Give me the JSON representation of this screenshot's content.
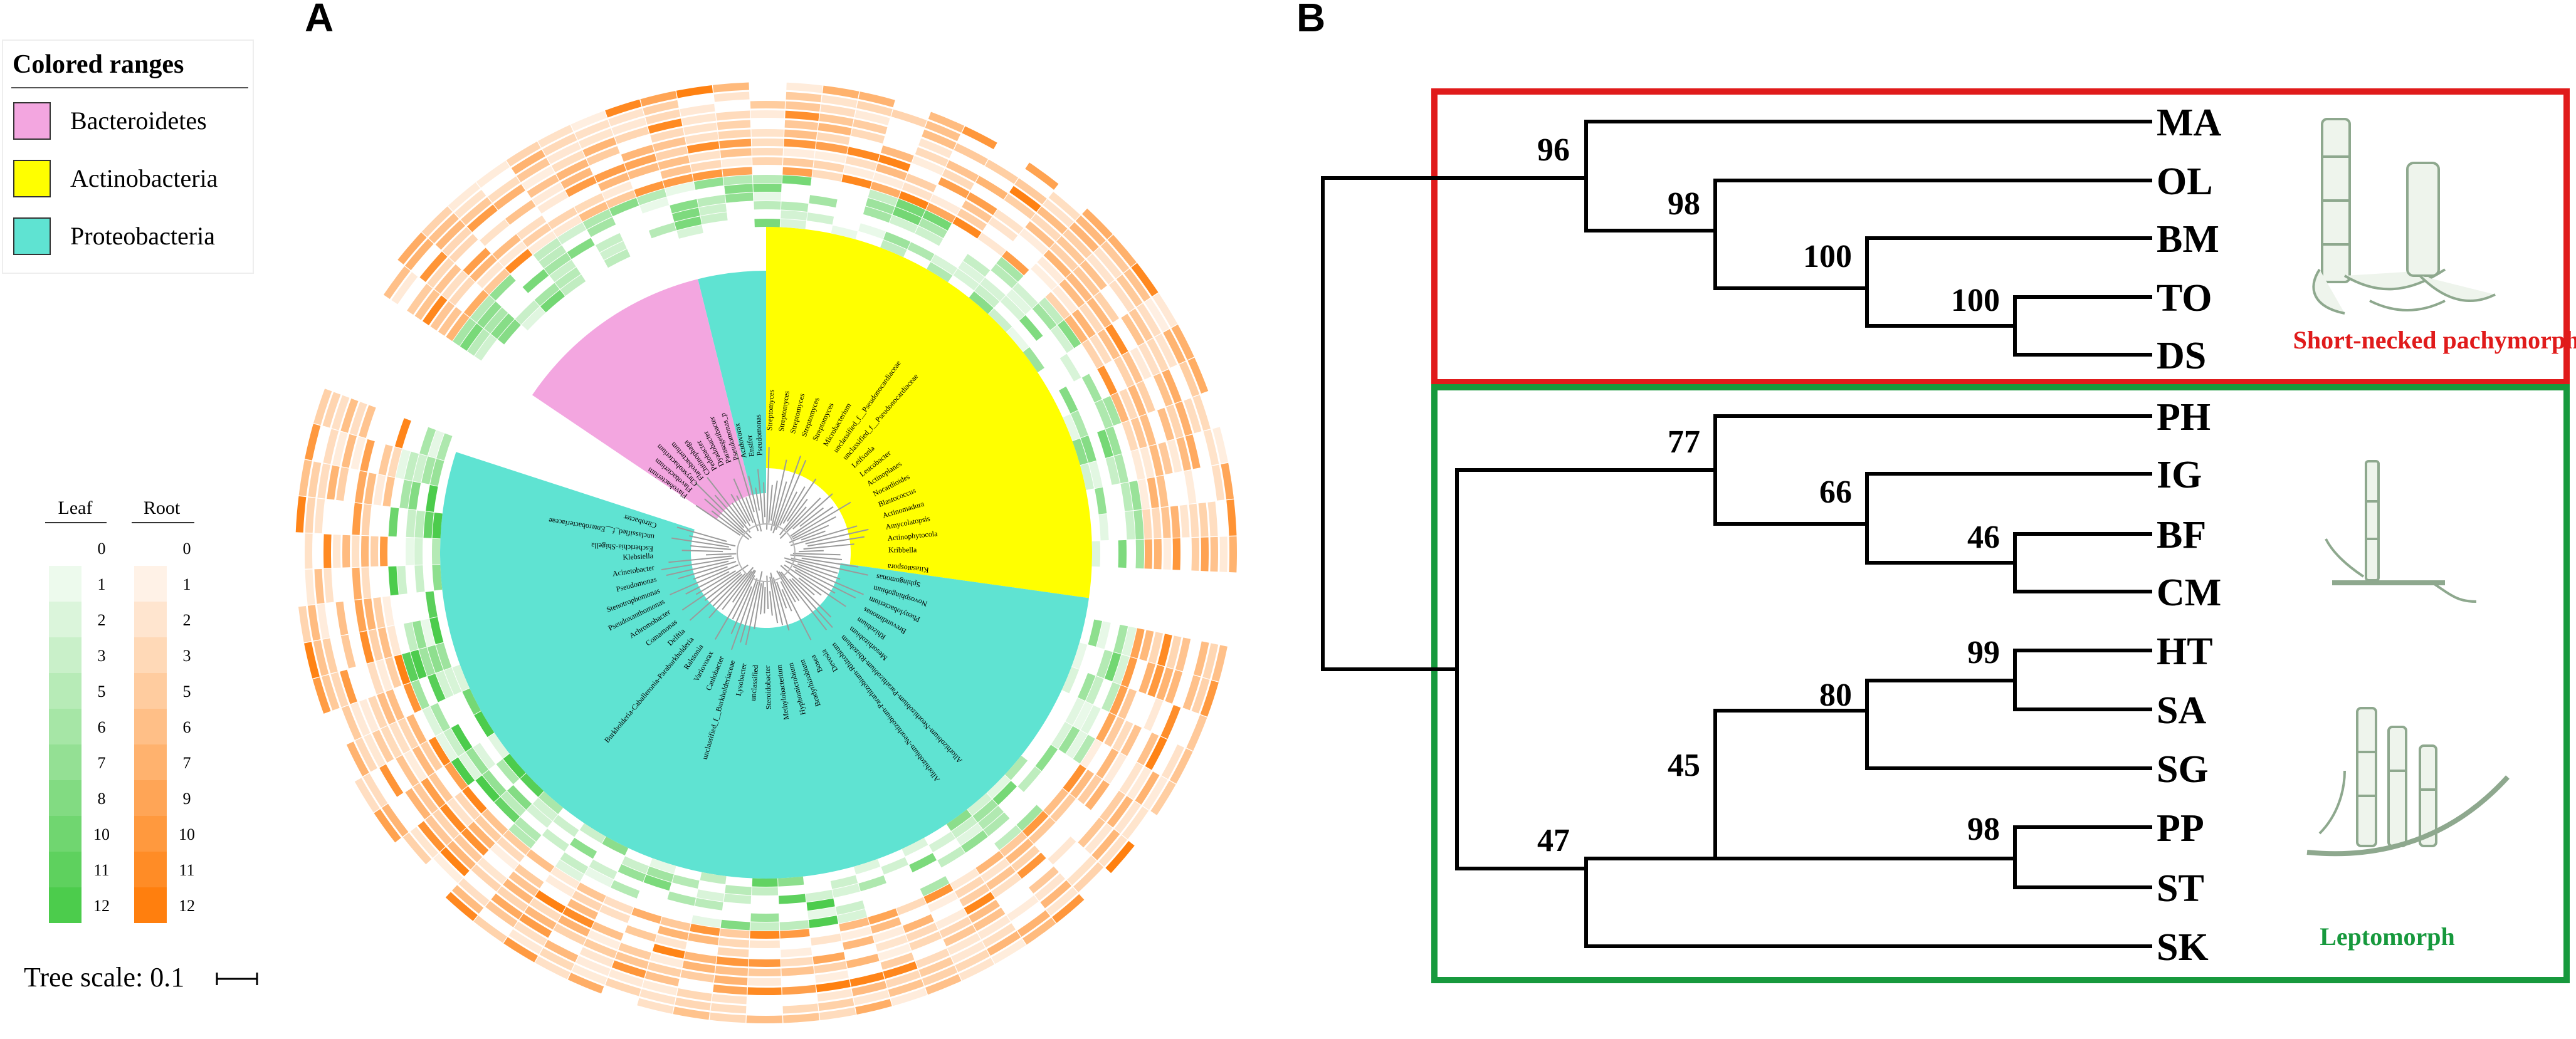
{
  "panels": {
    "a_label": "A",
    "b_label": "B"
  },
  "legend": {
    "title": "Colored ranges",
    "items": [
      {
        "label": "Bacteroidetes",
        "color": "#f3a6e0"
      },
      {
        "label": "Actinobacteria",
        "color": "#ffff00"
      },
      {
        "label": "Proteobacteria",
        "color": "#5fe3d2"
      }
    ]
  },
  "heat_scales": {
    "leaf": {
      "title": "Leaf",
      "values": [
        "0",
        "1",
        "2",
        "3",
        "5",
        "6",
        "7",
        "8",
        "10",
        "11",
        "12"
      ],
      "color_low": "#ffffff",
      "color_high": "#4ccc4c"
    },
    "root": {
      "title": "Root",
      "values": [
        "0",
        "1",
        "2",
        "3",
        "5",
        "6",
        "7",
        "9",
        "10",
        "11",
        "12"
      ],
      "color_low": "#ffffff",
      "color_high": "#ff7f0e"
    }
  },
  "tree_scale": {
    "label": "Tree scale: 0.1"
  },
  "circular_tree": {
    "taxa_proteo_a": [
      "Acidovorax",
      "Ensifer",
      "Pseudomonas"
    ],
    "taxa_bacteroidetes": [
      "Flavobacterium",
      "Flavobacterium",
      "Chryseobacterium",
      "Flavobacterium",
      "Chitinophaga",
      "Pedobacter",
      "Dyadobacter",
      "Parasegetibacter",
      "Pseudomonas_p"
    ],
    "taxa_actinobacteria": [
      "Streptomyces",
      "Streptomyces",
      "Streptomyces",
      "Streptomyces",
      "Streptomyces",
      "Microbacterium",
      "unclassified_f__Pseudonocardiaceae",
      "unclassified_f__Pseudonocardiaceae",
      "Leifsonia",
      "Leucobacter",
      "Actinoplanes",
      "Nocardioides",
      "Blastococcus",
      "Actinomadura",
      "Amycolatopsis",
      "Actinophytocola",
      "Kribbella",
      "Kitasatospora"
    ],
    "taxa_proteobacteria": [
      "Sphingomonas",
      "Novosphingobium",
      "Phenylobacterium",
      "Brevundimonas",
      "Rhizobium",
      "Mesorhizobium",
      "Allorhizobium-Neorhizobium-Pararhizobium-Rhizobium",
      "Allorhizobium-Neorhizobium-Pararhizobium-Rhizobium",
      "Devosia",
      "Bosea",
      "Bradyrhizobium",
      "Hyphomicrobium",
      "Methylobacterium",
      "Steroidobacter",
      "unclassified",
      "Lysobacter",
      "unclassified_f__Burkholderiaceae",
      "Caulobacter",
      "Variovorax",
      "Ralstonia",
      "Burkholderia-Caballeronia-Paraburkholderia",
      "Delftia",
      "Comamonas",
      "Achromobacter",
      "Pseudoxanthomonas",
      "Stenotrophomonas",
      "Pseudomonas",
      "Acinetobacter",
      "Klebsiella",
      "Escherichia-Shigella",
      "unclassified_f__Enterobacteriaceae",
      "Citrobacter"
    ]
  },
  "phylogeny": {
    "leaves": [
      "MA",
      "OL",
      "BM",
      "TO",
      "DS",
      "PH",
      "IG",
      "BF",
      "CM",
      "HT",
      "SA",
      "SG",
      "PP",
      "ST",
      "SK"
    ],
    "bootstrap": {
      "n_OL_BM_TO_DS": "98",
      "n_MA_group": "96",
      "n_BM_TO_DS": "100",
      "n_TO_DS": "100",
      "n_PH_group": "77",
      "n_IG_group": "66",
      "n_BF_CM": "46",
      "n_HT_SA": "99",
      "n_HT_SA_SG": "80",
      "n_PP_ST": "98",
      "n_mid": "45",
      "n_SK_group": "47"
    },
    "groups": [
      {
        "label": "Short-necked pachymorph",
        "color": "#e01b1b"
      },
      {
        "label": "Leptomorph",
        "color": "#17993d"
      }
    ]
  }
}
